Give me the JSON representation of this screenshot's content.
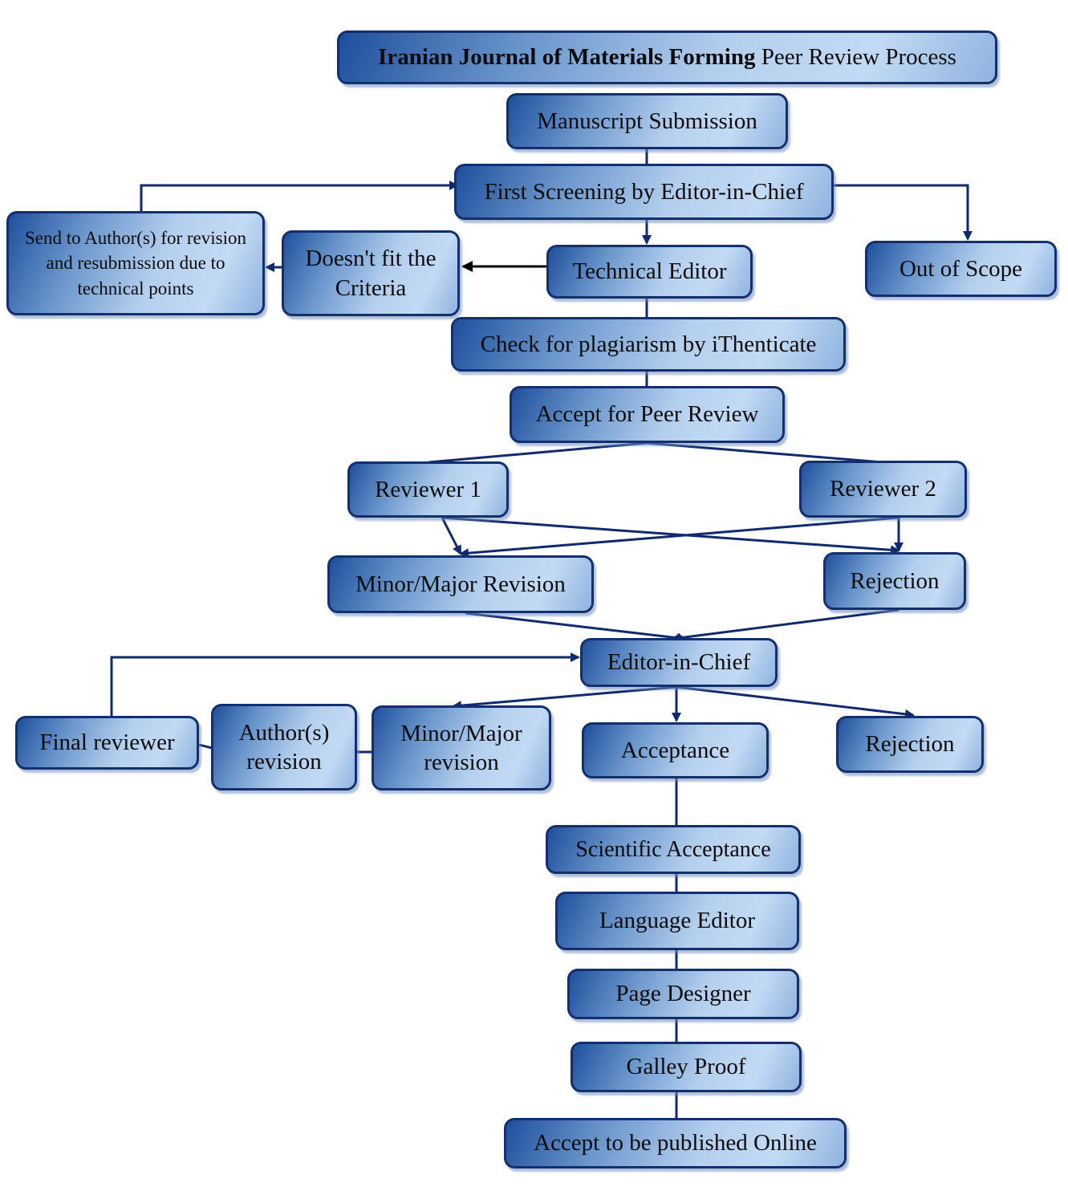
{
  "title": {
    "bold": "Iranian Journal of Materials Forming",
    "rest": "Peer Review Process"
  },
  "nodes": {
    "manuscript_submission": "Manuscript Submission",
    "first_screening": "First Screening by Editor-in-Chief",
    "send_to_authors": "Send to Author(s) for revision and resubmission due to technical points",
    "doesnt_fit": "Doesn't fit the Criteria",
    "technical_editor": "Technical Editor",
    "out_of_scope": "Out of Scope",
    "plagiarism_check": "Check for plagiarism by iThenticate",
    "accept_for_review": "Accept for Peer Review",
    "reviewer_1": "Reviewer 1",
    "reviewer_2": "Reviewer 2",
    "minor_major_revision": "Minor/Major Revision",
    "rejection_reviewers": "Rejection",
    "editor_in_chief": "Editor-in-Chief",
    "final_reviewer": "Final reviewer",
    "authors_revision": "Author(s) revision",
    "minor_major_revision_2": "Minor/Major revision",
    "acceptance": "Acceptance",
    "rejection_editor": "Rejection",
    "scientific_acceptance": "Scientific Acceptance",
    "language_editor": "Language Editor",
    "page_designer": "Page Designer",
    "galley_proof": "Galley Proof",
    "publish_online": "Accept to be published Online"
  },
  "colors": {
    "line": "#0f2a6e",
    "border": "#142f6e",
    "box_dark": "#1f4f9c",
    "box_light": "#c3daf4"
  }
}
